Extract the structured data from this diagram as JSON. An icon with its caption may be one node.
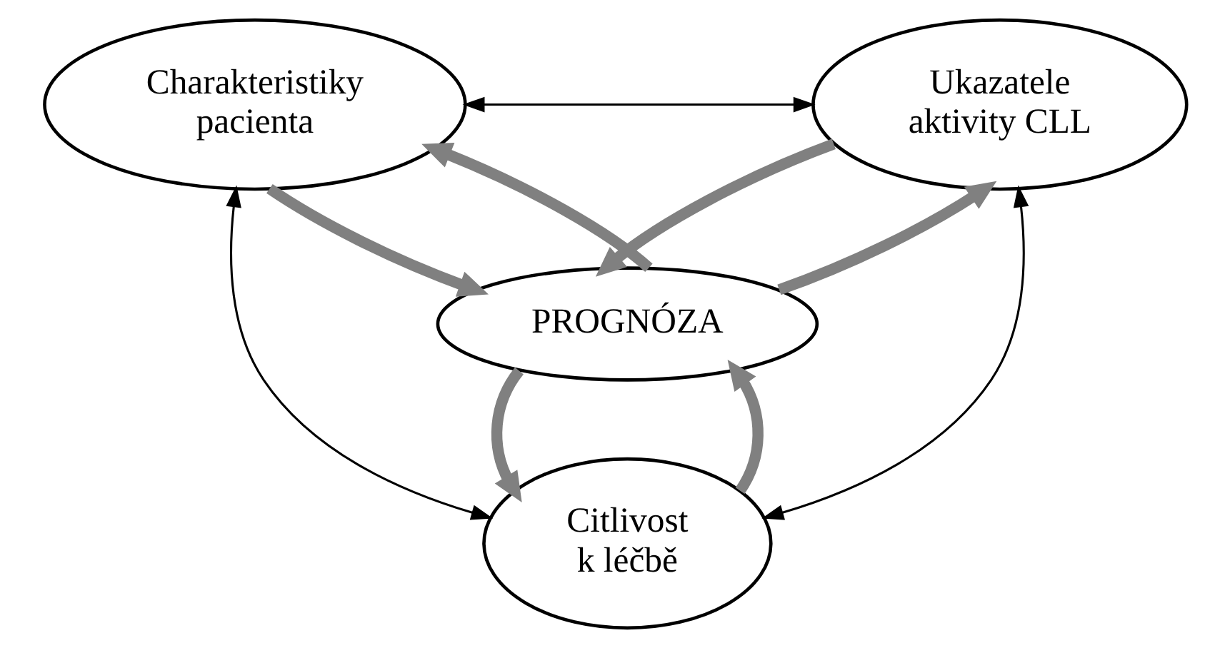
{
  "diagram": {
    "nodes": [
      {
        "text": [
          "Charakteristiky pacienta"
        ]
      },
      {
        "text": [
          "Ukazatele aktivity CLL"
        ]
      },
      {
        "text": [
          "PROGNÓZA"
        ]
      },
      {
        "text": [
          "Citlivost k léčbě"
        ]
      }
    ],
    "edges": [
      {
        "from": 0,
        "to": 1,
        "arrow": "both",
        "color": "#000000"
      },
      {
        "from": 0,
        "to": 3,
        "arrow": "both",
        "color": "#000000"
      },
      {
        "from": 1,
        "to": 3,
        "arrow": "both",
        "color": "#000000"
      },
      {
        "from": 0,
        "to": 2,
        "arrow": "to"
      },
      {
        "from": 2,
        "to": 0,
        "arrow": "to"
      },
      {
        "from": 1,
        "to": 2,
        "arrow": "to"
      },
      {
        "from": 2,
        "to": 1,
        "arrow": "to"
      },
      {
        "from": 2,
        "to": 3,
        "arrow": "to"
      },
      {
        "from": 3,
        "to": 2,
        "arrow": "to"
      }
    ]
  }
}
